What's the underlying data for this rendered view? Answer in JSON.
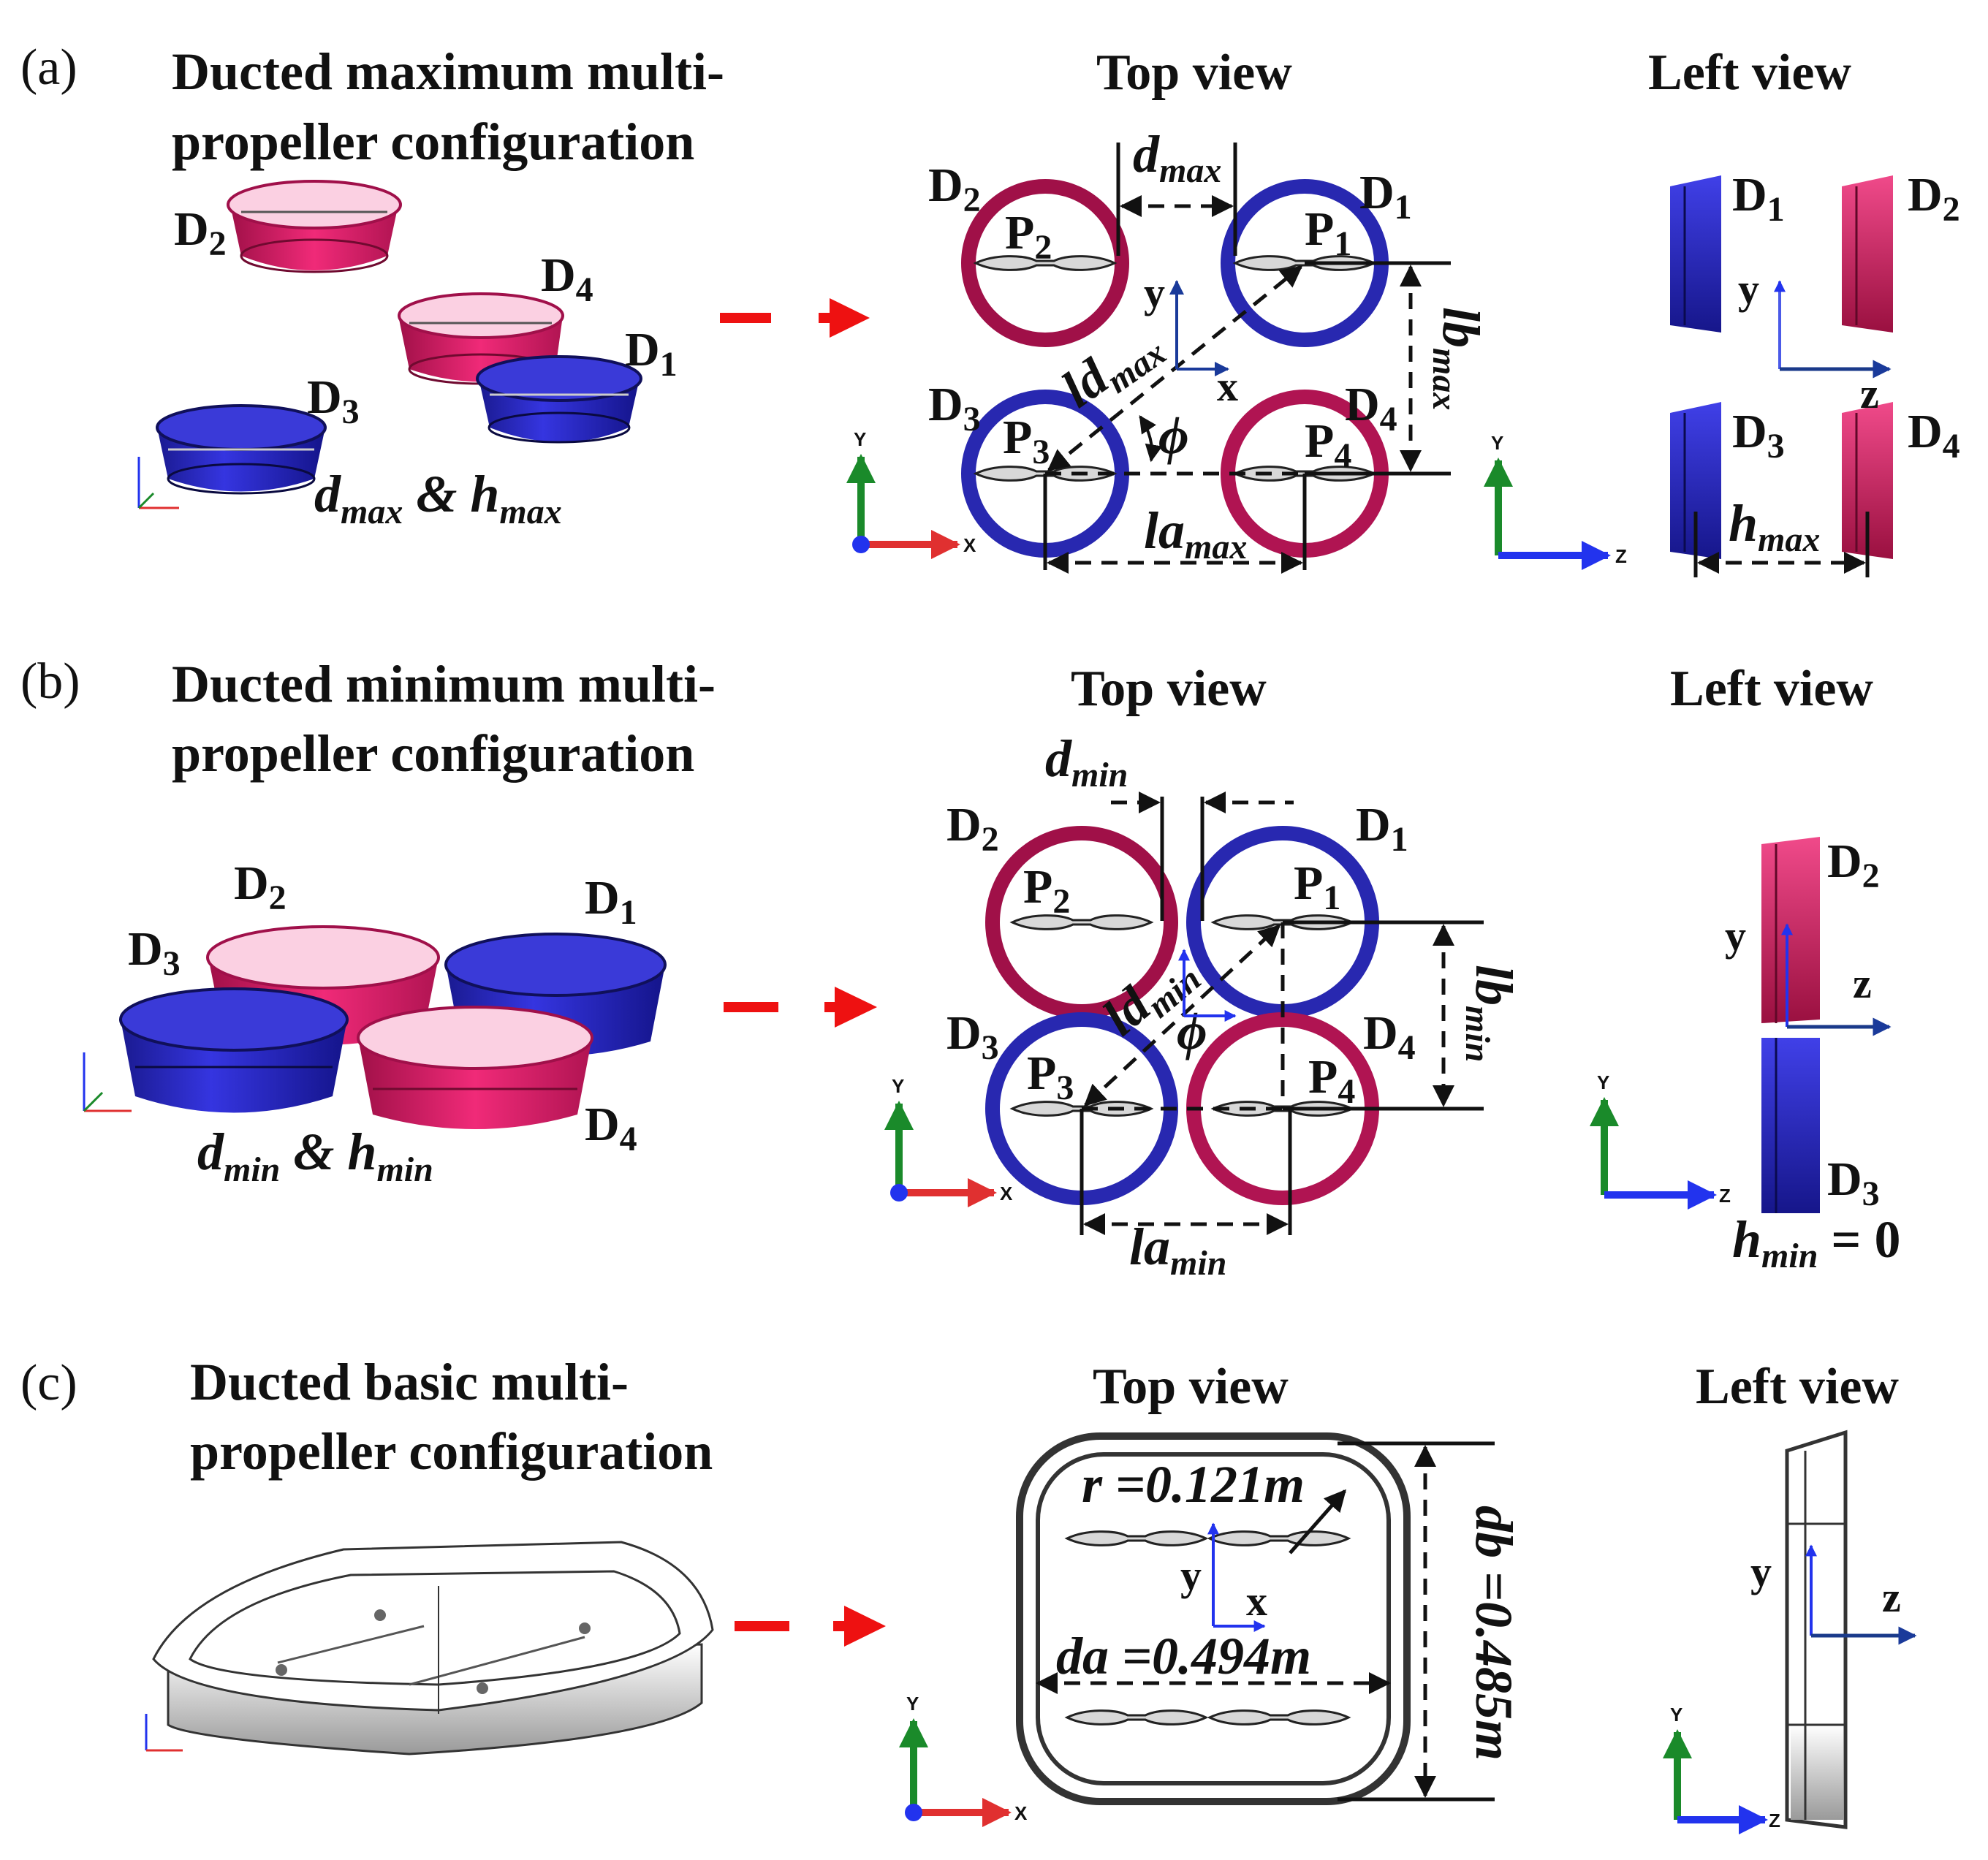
{
  "panels": [
    {
      "letter": "(a)",
      "title_line1": "Ducted maximum multi-",
      "title_line2": "propeller configuration",
      "top_view_title": "Top view",
      "left_view_title": "Left view",
      "iso_label_d": "d",
      "iso_label_d_sub": "max",
      "iso_label_amp": " & ",
      "iso_label_h": "h",
      "iso_label_h_sub": "max",
      "dim_d": "d",
      "dim_d_sub": "max",
      "dim_ld": "ld",
      "dim_ld_sub": "max",
      "dim_lb": "lb",
      "dim_lb_sub": "max",
      "dim_la": "la",
      "dim_la_sub": "max",
      "dim_h": "h",
      "dim_h_sub": "max",
      "phi": "ϕ"
    },
    {
      "letter": "(b)",
      "title_line1": "Ducted minimum multi-",
      "title_line2": "propeller configuration",
      "top_view_title": "Top view",
      "left_view_title": "Left view",
      "iso_label_d": "d",
      "iso_label_d_sub": "min",
      "iso_label_amp": " & ",
      "iso_label_h": "h",
      "iso_label_h_sub": "min",
      "dim_d": "d",
      "dim_d_sub": "min",
      "dim_ld": "ld",
      "dim_ld_sub": "min",
      "dim_lb": "lb",
      "dim_lb_sub": "min",
      "dim_la": "la",
      "dim_la_sub": "min",
      "dim_h": "h",
      "dim_h_sub": "min",
      "dim_h_eq": " = 0",
      "phi": "ϕ"
    },
    {
      "letter": "(c)",
      "title_line1": "Ducted basic multi-",
      "title_line2": "propeller configuration",
      "top_view_title": "Top view",
      "left_view_title": "Left view",
      "radius_label": "r =0.121m",
      "da_label": "da =0.494m",
      "db_label": "db =0.485m"
    }
  ],
  "labels": {
    "D1": "D",
    "D1_sub": "1",
    "D2": "D",
    "D2_sub": "2",
    "D3": "D",
    "D3_sub": "3",
    "D4": "D",
    "D4_sub": "4",
    "P1": "P",
    "P1_sub": "1",
    "P2": "P",
    "P2_sub": "2",
    "P3": "P",
    "P3_sub": "3",
    "P4": "P",
    "P4_sub": "4"
  },
  "axes": {
    "x": "x",
    "y": "y",
    "z": "z",
    "X": "X",
    "Y": "Y",
    "Z": "Z"
  },
  "colors": {
    "duct_blue": "#2a2ab8",
    "duct_pink": "#e0206a",
    "arrow_red": "#ee1111",
    "axis_green": "#1a8a2a",
    "axis_blue": "#2233ee",
    "axis_red": "#e03030"
  }
}
